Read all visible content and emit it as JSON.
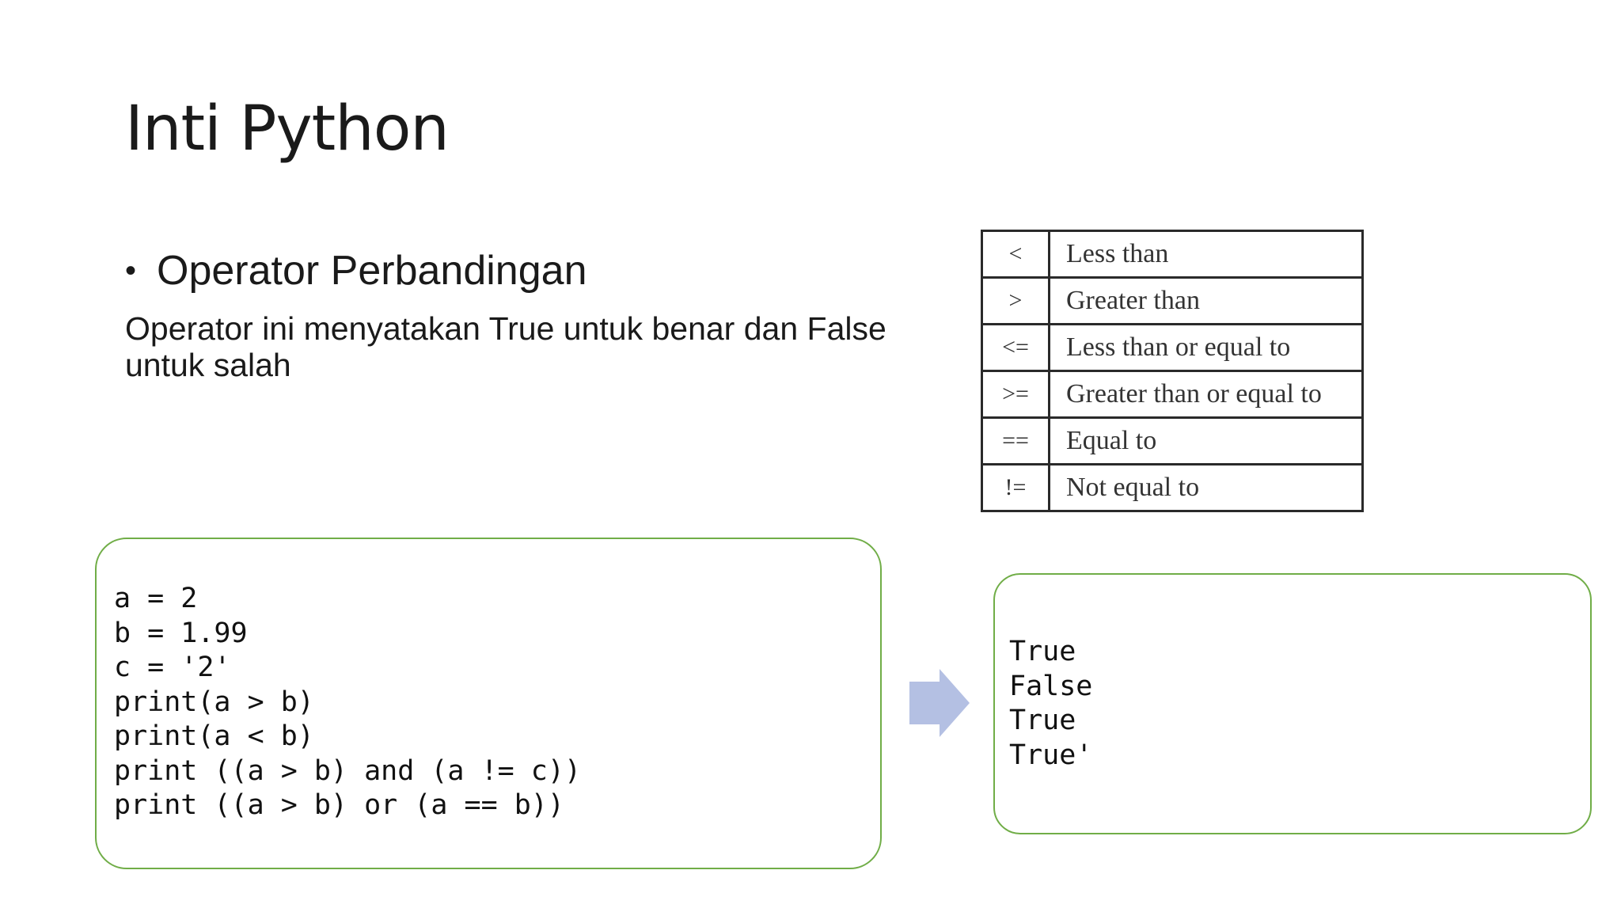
{
  "slide": {
    "title": "Inti Python",
    "bullet": "Operator Perbandingan",
    "description": "Operator ini menyatakan True untuk benar dan False untuk salah"
  },
  "operator_table": {
    "rows": [
      {
        "symbol": "<",
        "meaning": "Less than"
      },
      {
        "symbol": ">",
        "meaning": "Greater than"
      },
      {
        "symbol": "<=",
        "meaning": "Less than or equal to"
      },
      {
        "symbol": ">=",
        "meaning": "Greater than or equal to"
      },
      {
        "symbol": "==",
        "meaning": "Equal to"
      },
      {
        "symbol": "!=",
        "meaning": "Not equal to"
      }
    ]
  },
  "code_example": {
    "lines": [
      "a = 2",
      "b = 1.99",
      "c = '2'",
      "print(a > b)",
      "print(a < b)",
      "print ((a > b) and (a != c))",
      "print ((a > b) or (a == b))"
    ]
  },
  "output": {
    "lines": [
      "True",
      "False",
      "True",
      "True'"
    ]
  },
  "colors": {
    "box_border": "#70ad47",
    "arrow": "#b4c0e3",
    "text": "#1a1a1a"
  },
  "icons": {
    "arrow": "right-arrow-icon"
  }
}
